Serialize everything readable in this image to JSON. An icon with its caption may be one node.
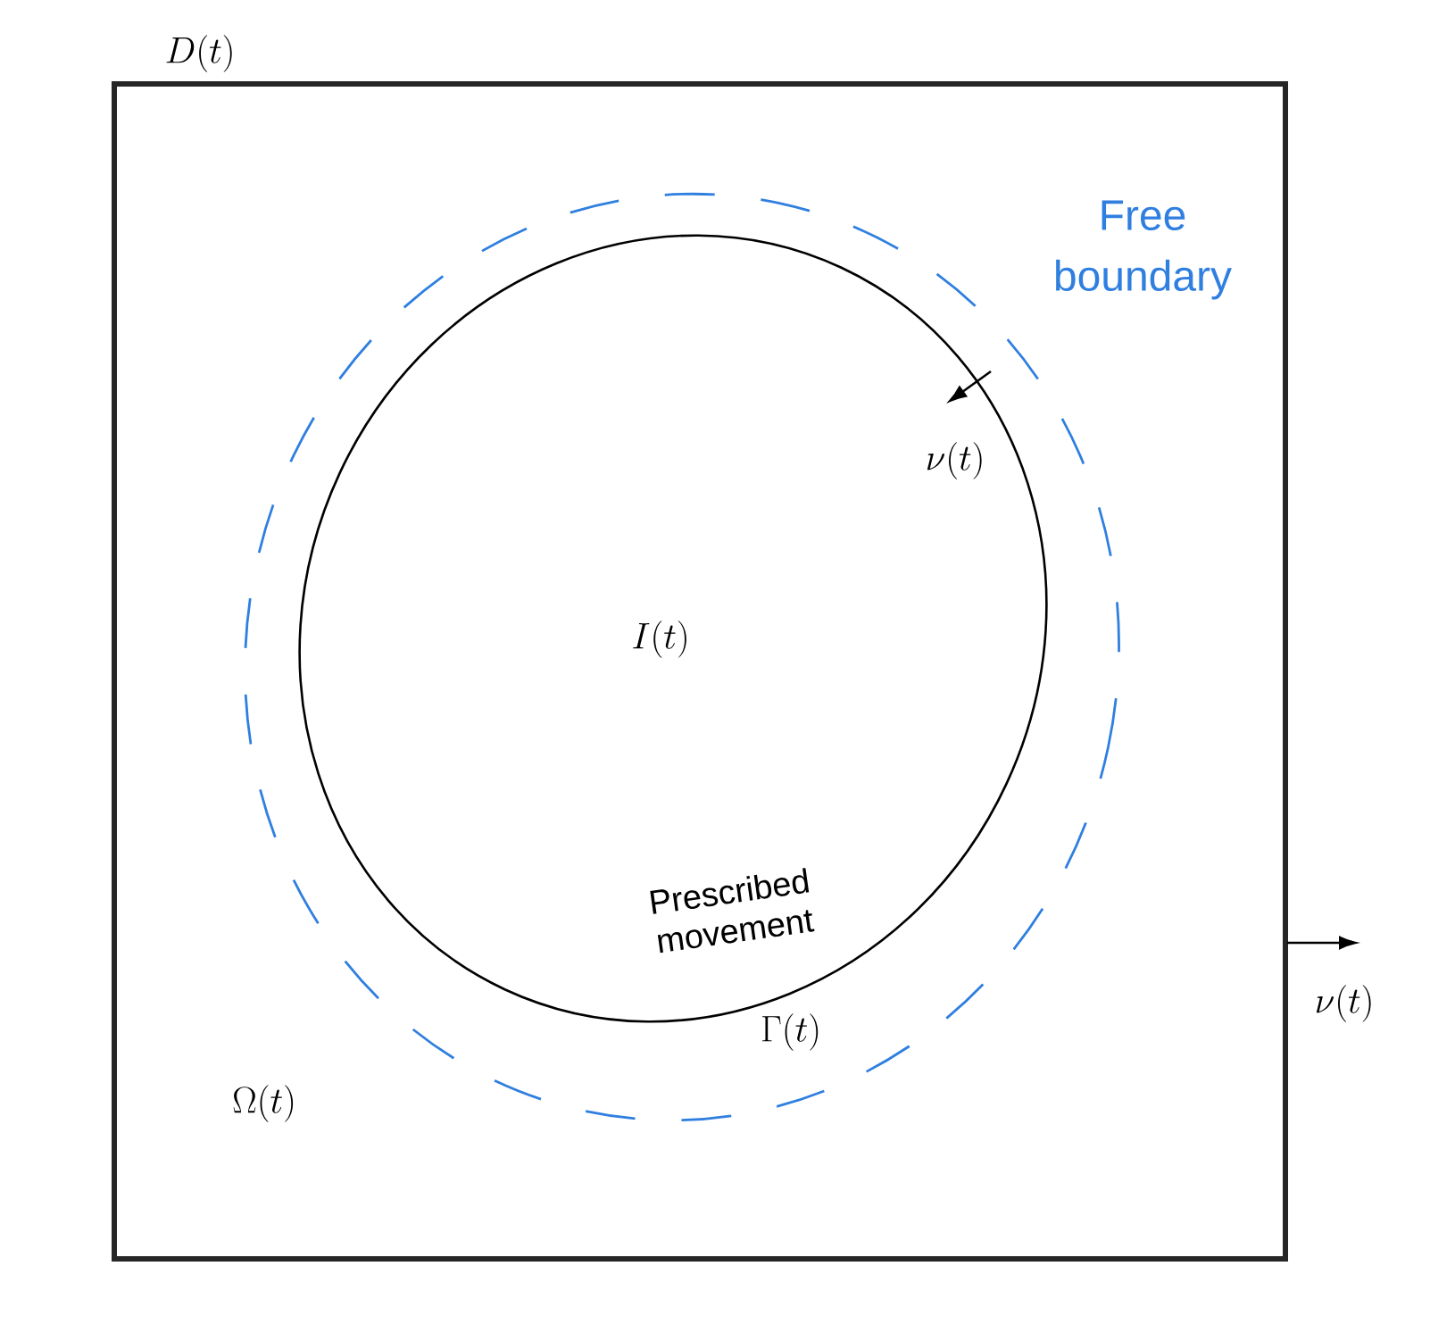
{
  "diagram": {
    "nodes": [
      {
        "text": [
          "D(t)",
          "\\Omega(t)"
        ]
      },
      {
        "text": [
          "Free boundary"
        ],
        "in": 0
      },
      {
        "text": [
          "I(t)",
          "Prescribed movement"
        ],
        "beside": [
          "\\Gamma(t)"
        ],
        "in": 1
      }
    ],
    "labels": [
      "\\nu(t)",
      "\\nu(t)"
    ]
  }
}
